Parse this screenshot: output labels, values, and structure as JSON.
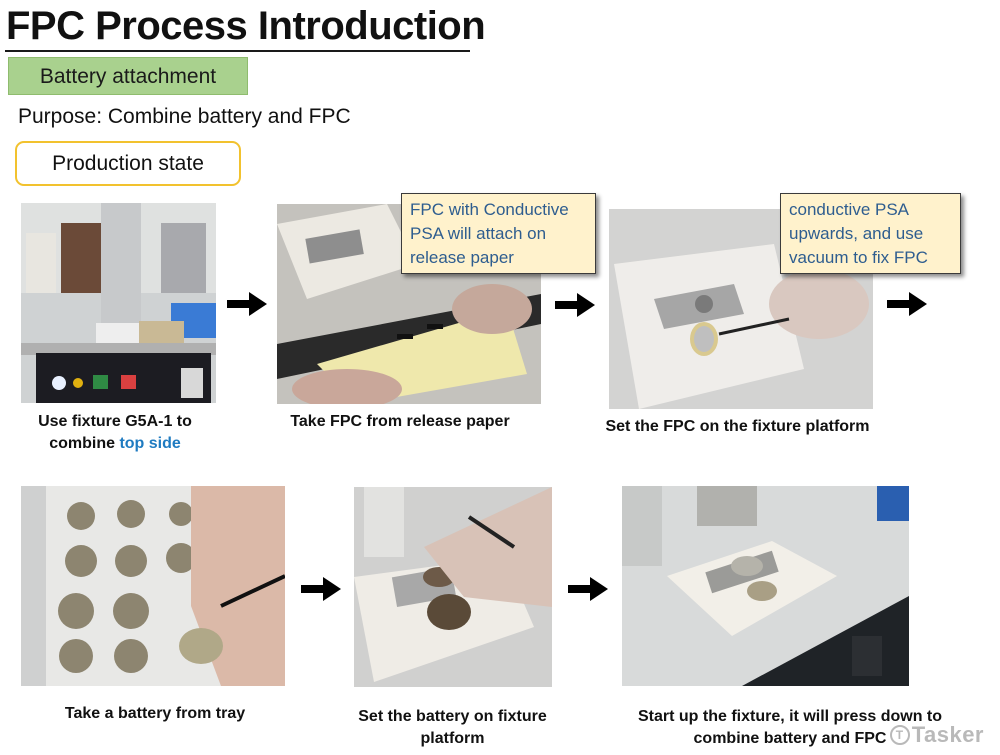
{
  "header": {
    "title": "FPC Process Introduction",
    "section_tag": "Battery attachment",
    "purpose": "Purpose: Combine battery and FPC",
    "state_label": "Production state"
  },
  "steps": [
    {
      "caption_line1": "Use fixture G5A-1 to",
      "caption_line2_plain": "combine ",
      "caption_line2_highlight": "top side",
      "photo": "fixture-machine-photo"
    },
    {
      "caption": "Take FPC from release paper",
      "photo": "release-paper-photo",
      "callout": "FPC with Conductive PSA will attach on release paper"
    },
    {
      "caption": "Set the FPC on the fixture platform",
      "photo": "fixture-platform-fpc-photo",
      "callout": "conductive PSA upwards, and use vacuum to fix FPC"
    },
    {
      "caption": "Take a battery from tray",
      "photo": "battery-tray-photo"
    },
    {
      "caption_line1": "Set the battery on fixture",
      "caption_line2": "platform",
      "photo": "battery-on-fixture-photo"
    },
    {
      "caption_line1": "Start up the fixture, it will press down to",
      "caption_line2": "combine battery and FPC",
      "photo": "fixture-press-photo"
    }
  ],
  "arrows": [
    "arrow-right-icon",
    "arrow-right-icon",
    "arrow-right-icon",
    "arrow-right-icon",
    "arrow-right-icon"
  ],
  "watermark": {
    "logo": "T",
    "text": "Tasker"
  },
  "colors": {
    "section_tag_bg": "#a9d18e",
    "state_border": "#f2c22e",
    "callout_bg": "#fff2cc",
    "callout_text": "#2e5d8f",
    "highlight": "#1f7bc1"
  }
}
